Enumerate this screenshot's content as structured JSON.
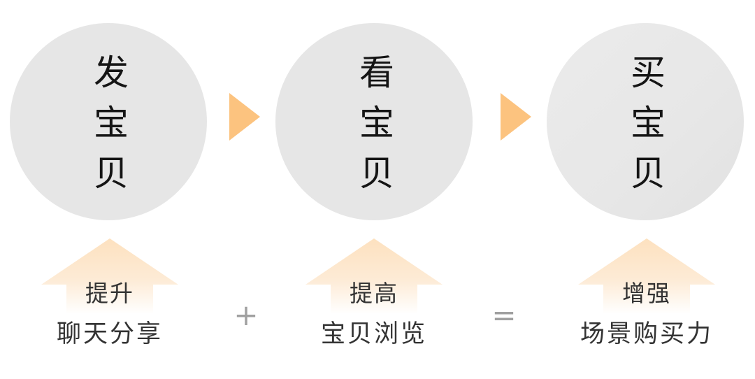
{
  "stages": [
    {
      "label": "发宝贝"
    },
    {
      "label": "看宝贝"
    },
    {
      "label": "买宝贝"
    }
  ],
  "benefits": [
    {
      "verb": "提升",
      "object": "聊天分享"
    },
    {
      "verb": "提高",
      "object": "宝贝浏览"
    },
    {
      "verb": "增强",
      "object": "场景购买力"
    }
  ],
  "operators": [
    "+",
    "="
  ],
  "colors": {
    "circle": "#e6e6e6",
    "accent": "#fcc37f",
    "arrow_gradient_top": "#fde1bf",
    "text_dark": "#151515",
    "text_body": "#333333",
    "operator": "#a0a0a0"
  }
}
